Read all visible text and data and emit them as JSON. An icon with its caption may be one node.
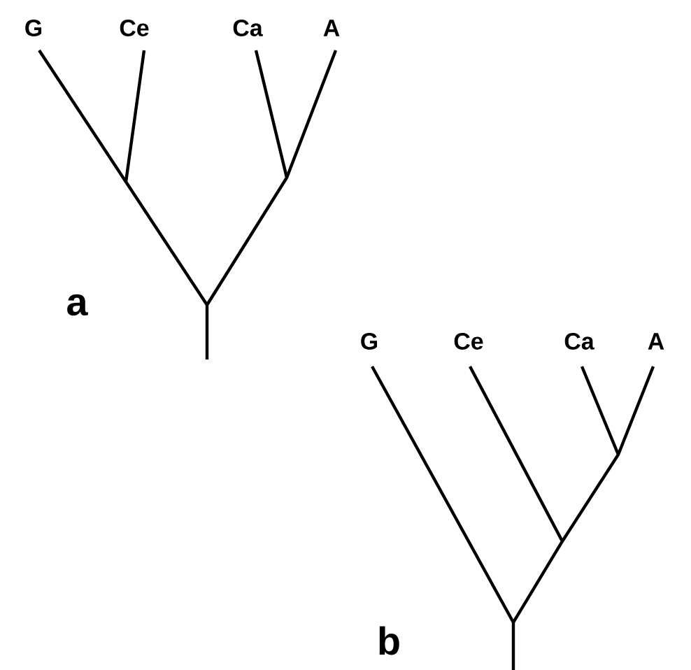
{
  "diagram": {
    "labels": [
      "G",
      "Ce",
      "Ca",
      "A",
      "a",
      "G",
      "Ce",
      "Ca",
      "A",
      "b"
    ]
  }
}
